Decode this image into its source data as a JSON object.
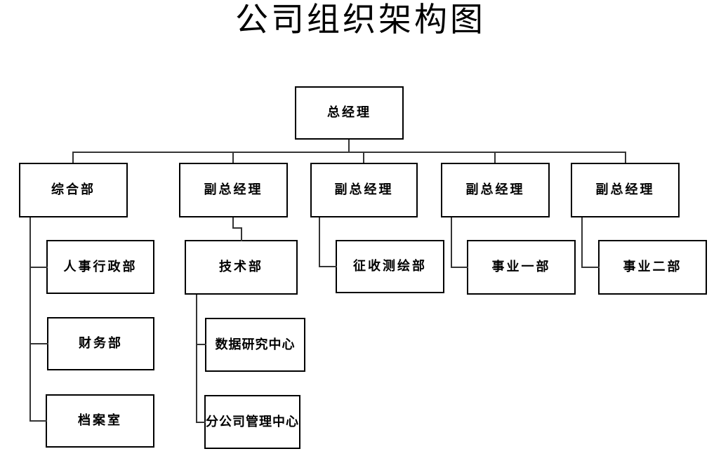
{
  "title": "公司组织架构图",
  "colors": {
    "background": "#ffffff",
    "box_border": "#000000",
    "text": "#000000",
    "connector": "#343434"
  },
  "nodes": {
    "ceo": {
      "label": "总经理"
    },
    "general_dept": {
      "label": "综合部"
    },
    "deputy_1": {
      "label": "副总经理"
    },
    "deputy_2": {
      "label": "副总经理"
    },
    "deputy_3": {
      "label": "副总经理"
    },
    "deputy_4": {
      "label": "副总经理"
    },
    "hr_admin_dept": {
      "label": "人事行政部"
    },
    "tech_dept": {
      "label": "技术部"
    },
    "survey_dept": {
      "label": "征收测绘部"
    },
    "business_dept_1": {
      "label": "事业一部"
    },
    "business_dept_2": {
      "label": "事业二部"
    },
    "finance_dept": {
      "label": "财务部"
    },
    "archive_room": {
      "label": "档案室"
    },
    "data_research_center": {
      "label": "数据研究中心"
    },
    "branch_mgmt_center": {
      "label": "分公司管理中心"
    }
  },
  "hierarchy": {
    "label": "总经理",
    "children": [
      {
        "label": "综合部",
        "children": [
          {
            "label": "人事行政部"
          },
          {
            "label": "财务部"
          },
          {
            "label": "档案室"
          }
        ]
      },
      {
        "label": "副总经理",
        "children": [
          {
            "label": "技术部",
            "children": [
              {
                "label": "数据研究中心"
              },
              {
                "label": "分公司管理中心"
              }
            ]
          }
        ]
      },
      {
        "label": "副总经理",
        "children": [
          {
            "label": "征收测绘部"
          }
        ]
      },
      {
        "label": "副总经理",
        "children": [
          {
            "label": "事业一部"
          }
        ]
      },
      {
        "label": "副总经理",
        "children": [
          {
            "label": "事业二部"
          }
        ]
      }
    ]
  }
}
